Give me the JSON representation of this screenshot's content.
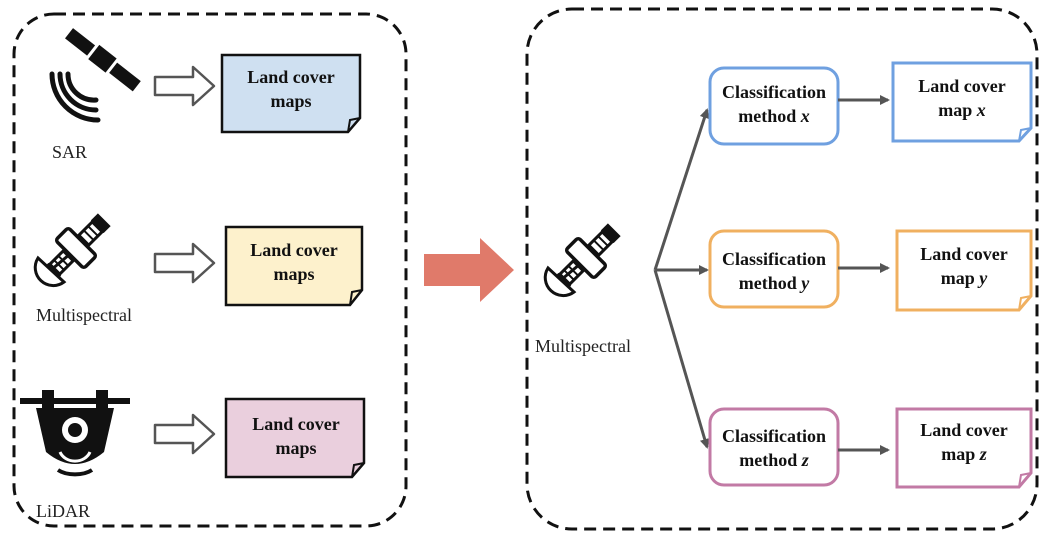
{
  "colors": {
    "sar": "#cfe0f1",
    "multispectral": "#fdf1cc",
    "lidar": "#eacfdd",
    "method_x": "#6fa0e0",
    "method_y": "#f0b060",
    "method_z": "#c27aa5",
    "big_arrow": "#e07a6a",
    "frame": "#111111",
    "connector": "#555555"
  },
  "left_panel": {
    "sources": [
      {
        "label": "SAR",
        "icon": "sar-satellite-icon",
        "map_line1": "Land cover",
        "map_line2": "maps"
      },
      {
        "label": "Multispectral",
        "icon": "multispectral-satellite-icon",
        "map_line1": "Land cover",
        "map_line2": "maps"
      },
      {
        "label": "LiDAR",
        "icon": "lidar-drone-icon",
        "map_line1": "Land cover",
        "map_line2": "maps"
      }
    ]
  },
  "right_panel": {
    "source_label": "Multispectral",
    "source_icon": "multispectral-satellite-icon",
    "methods": [
      {
        "line1": "Classification",
        "line2_prefix": "method ",
        "var": "x",
        "map_line1": "Land cover",
        "map_line2_prefix": "map ",
        "map_var": "x"
      },
      {
        "line1": "Classification",
        "line2_prefix": "method ",
        "var": "y",
        "map_line1": "Land cover",
        "map_line2_prefix": "map ",
        "map_var": "y"
      },
      {
        "line1": "Classification",
        "line2_prefix": "method ",
        "var": "z",
        "map_line1": "Land cover",
        "map_line2_prefix": "map ",
        "map_var": "z"
      }
    ]
  }
}
